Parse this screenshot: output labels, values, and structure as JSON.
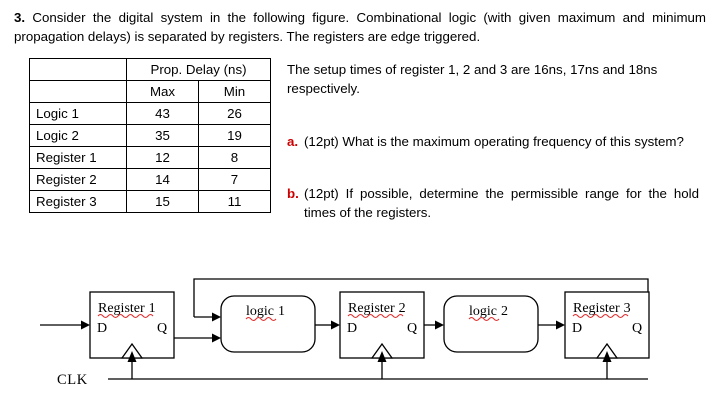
{
  "question": {
    "number": "3.",
    "text": "Consider the digital system in the following figure. Combinational logic (with given maximum and minimum propagation delays) is separated by registers. The registers are edge triggered."
  },
  "table": {
    "group_header": "Prop. Delay (ns)",
    "sub_headers": [
      "Max",
      "Min"
    ],
    "rows": [
      {
        "label": "Logic 1",
        "max": "43",
        "min": "26"
      },
      {
        "label": "Logic 2",
        "max": "35",
        "min": "19"
      },
      {
        "label": "Register 1",
        "max": "12",
        "min": "8"
      },
      {
        "label": "Register 2",
        "max": "14",
        "min": "7"
      },
      {
        "label": "Register 3",
        "max": "15",
        "min": "11"
      }
    ]
  },
  "notes": {
    "setup_times": "The setup times of register 1, 2 and 3 are 16ns, 17ns and 18ns respectively."
  },
  "parts": [
    {
      "marker": "a.",
      "text": "(12pt) What is the maximum operating frequency of this system?"
    },
    {
      "marker": "b.",
      "text": "(12pt) If possible, determine the permissible range for the hold times of the registers."
    }
  ],
  "diagram": {
    "clock_label": "CLK",
    "blocks": [
      {
        "name": "Register 1",
        "title_word": "Register",
        "title_num": "1",
        "d": "D",
        "q": "Q"
      },
      {
        "name": "logic 1",
        "title_word": "logic",
        "title_num": "1"
      },
      {
        "name": "Register 2",
        "title_word": "Register",
        "title_num": "2",
        "d": "D",
        "q": "Q"
      },
      {
        "name": "logic 2",
        "title_word": "logic",
        "title_num": "2"
      },
      {
        "name": "Register 3",
        "title_word": "Register",
        "title_num": "3",
        "d": "D",
        "q": "Q"
      }
    ]
  },
  "colors": {
    "accent_red": "#cc0000",
    "spellcheck_red": "#e03030",
    "line": "#000000",
    "background": "#ffffff"
  }
}
